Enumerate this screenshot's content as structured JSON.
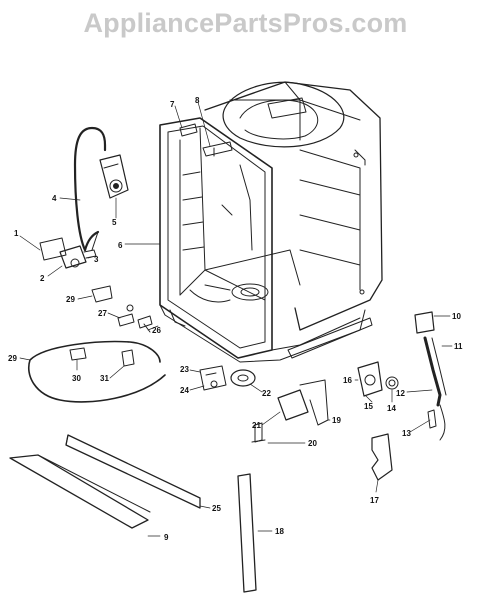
{
  "watermark": "AppliancePartsPros.com",
  "callouts": {
    "c1": "1",
    "c2": "2",
    "c3": "3",
    "c4": "4",
    "c5": "5",
    "c6": "6",
    "c7": "7",
    "c8": "8",
    "c9": "9",
    "c10": "10",
    "c11": "11",
    "c12": "12",
    "c13": "13",
    "c14": "14",
    "c15": "15",
    "c16": "16",
    "c17": "17",
    "c18": "18",
    "c19": "19",
    "c20": "20",
    "c21": "21",
    "c22": "22",
    "c23": "23",
    "c24": "24",
    "c25": "25",
    "c26": "26",
    "c27": "27",
    "c29a": "29",
    "c29b": "29",
    "c30": "30",
    "c31": "31"
  }
}
